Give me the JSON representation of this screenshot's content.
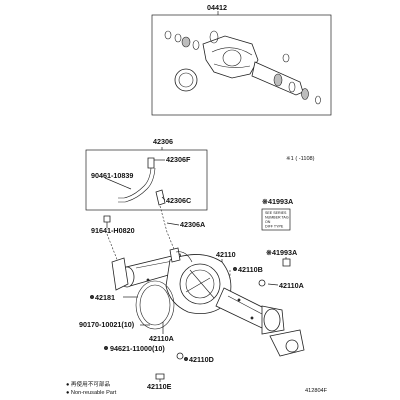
{
  "parts": {
    "p04412": "04412",
    "p42306": "42306",
    "p42306F": "42306F",
    "p90461": "90461-10839",
    "p42306C": "42306C",
    "p91641": "91641-H0820",
    "p42306A": "42306A",
    "p42110": "42110",
    "p42110B": "42110B",
    "p42110A_right": "42110A",
    "p42181": "42181",
    "p90170": "90170-10021(10)",
    "p94621": "94621-11000(10)",
    "p42110A_bottom": "42110A",
    "p42110D": "42110D",
    "p42110E": "42110E",
    "p41993A_top": "※41993A",
    "p41993A_mid": "※41993A"
  },
  "notes": {
    "range": "※1 (     -1108)",
    "seal_tag": "SEE SERIES\nNUMBER TAG\nON\nDIFF TYPE",
    "figure_id": "412804F"
  },
  "legend": {
    "item1": "● 再使用不可部品",
    "item2": "● Non-reusable Part"
  }
}
